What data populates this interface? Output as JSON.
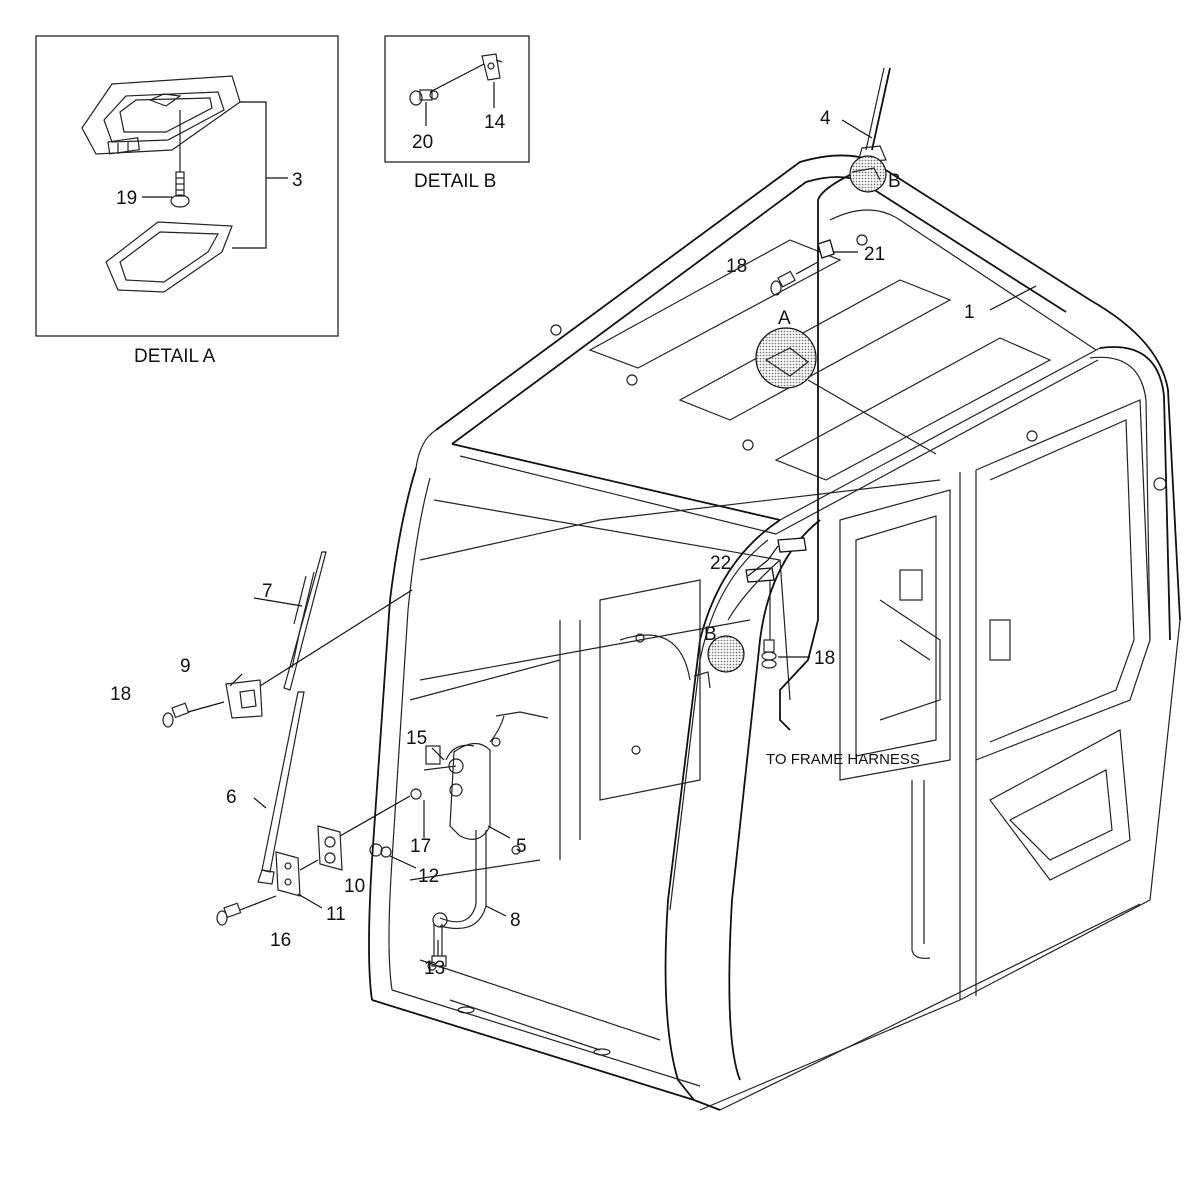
{
  "details": {
    "a_caption": "DETAIL A",
    "b_caption": "DETAIL B",
    "a_marker": "A",
    "b_marker_top": "B",
    "b_marker_side": "B"
  },
  "note": {
    "frame_harness": "TO FRAME HARNESS"
  },
  "callouts": {
    "c1": "1",
    "c3": "3",
    "c4": "4",
    "c5": "5",
    "c6": "6",
    "c7": "7",
    "c8": "8",
    "c9": "9",
    "c10": "10",
    "c11": "11",
    "c12": "12",
    "c13": "13",
    "c14": "14",
    "c15": "15",
    "c16": "16",
    "c17": "17",
    "c18_top": "18",
    "c18_left": "18",
    "c18_right": "18",
    "c19": "19",
    "c20": "20",
    "c21": "21",
    "c22": "22"
  },
  "colors": {
    "line": "#111111",
    "hatch": "#9a9a9a",
    "background": "#ffffff"
  }
}
